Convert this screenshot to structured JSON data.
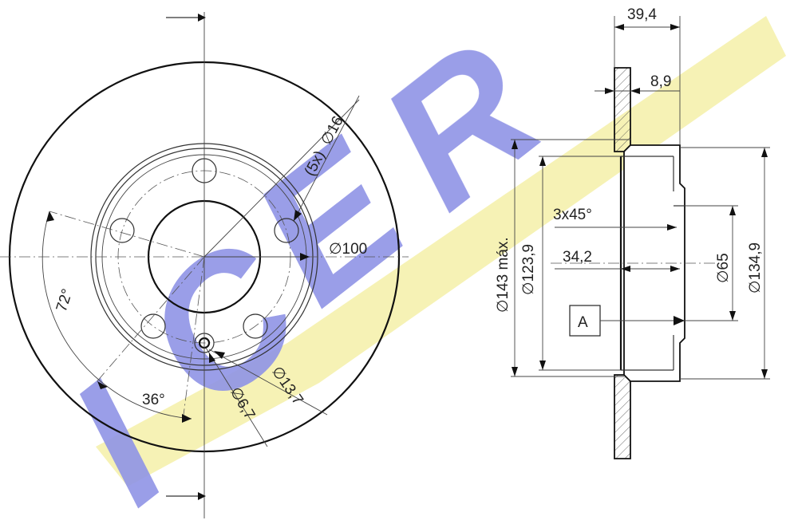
{
  "watermark": {
    "letters": [
      "I",
      "C",
      "E",
      "R"
    ],
    "colors": {
      "blue": "#8f93e6",
      "yellow": "#f5f0a8"
    }
  },
  "front_view": {
    "dims": {
      "bolt_hole": "(5x)",
      "bolt_hole_dia": "∅16",
      "pcd": "∅100",
      "angle_72": "72°",
      "angle_36": "36°",
      "dia_13_7": "∅13,7",
      "dia_6_7": "∅6,7"
    }
  },
  "side_view": {
    "dims": {
      "overall_width": "39,4",
      "disc_thickness": "8,9",
      "chamfer": "3x45°",
      "hub_height": "34,2",
      "max_dia": "∅143 máx.",
      "dia_123_9": "∅123,9",
      "center_bore": "∅65",
      "dia_134_9": "∅134,9",
      "datum": "A"
    }
  }
}
